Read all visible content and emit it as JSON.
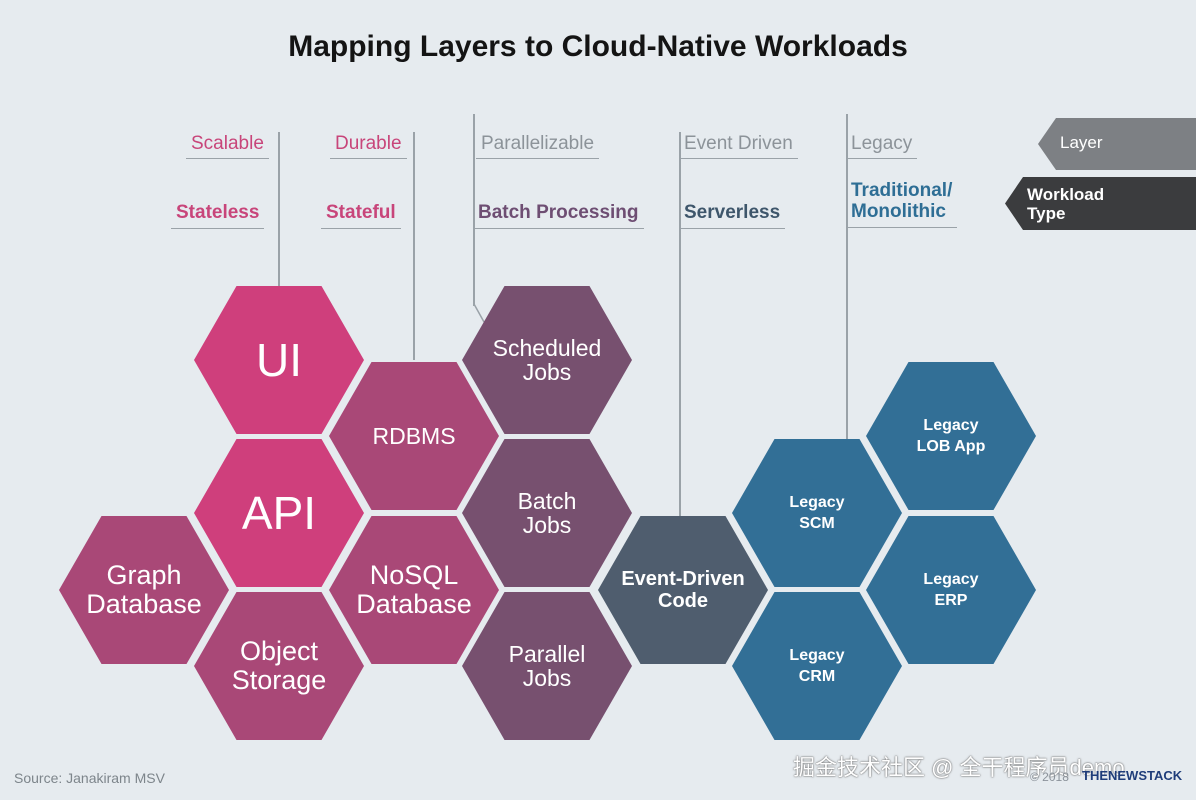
{
  "title": "Mapping Layers to Cloud-Native Workloads",
  "columns": [
    {
      "layer": "Scalable",
      "workload": "Stateless"
    },
    {
      "layer": "Durable",
      "workload": "Stateful"
    },
    {
      "layer": "Parallelizable",
      "workload": "Batch Processing"
    },
    {
      "layer": "Event Driven",
      "workload": "Serverless"
    },
    {
      "layer": "Legacy",
      "workload": "Traditional/\nMonolithic"
    }
  ],
  "legend": {
    "layer": "Layer",
    "workload": "Workload\nType"
  },
  "hexagons": {
    "ui": "UI",
    "api": "API",
    "graph_db": "Graph\nDatabase",
    "object_storage": "Object\nStorage",
    "rdbms": "RDBMS",
    "nosql_db": "NoSQL\nDatabase",
    "scheduled_jobs": "Scheduled\nJobs",
    "batch_jobs": "Batch\nJobs",
    "parallel_jobs": "Parallel\nJobs",
    "event_driven_code": "Event-Driven\nCode",
    "legacy_lob": "Legacy\nLOB App",
    "legacy_scm": "Legacy\nSCM",
    "legacy_erp": "Legacy\nERP",
    "legacy_crm": "Legacy\nCRM"
  },
  "colors": {
    "stateless": "#cf3f7c",
    "stateful": "#a94877",
    "batch": "#77506f",
    "serverless": "#4f5d6e",
    "legacy": "#326f96",
    "layer_tag": "#7d8084",
    "workload_tag": "#3b3c3e"
  },
  "footer": {
    "source": "Source: Janakiram MSV",
    "watermark": "掘金技术社区 @ 全干程序员demo",
    "copyright": "© 2018",
    "brand": "THENEWSTACK"
  }
}
